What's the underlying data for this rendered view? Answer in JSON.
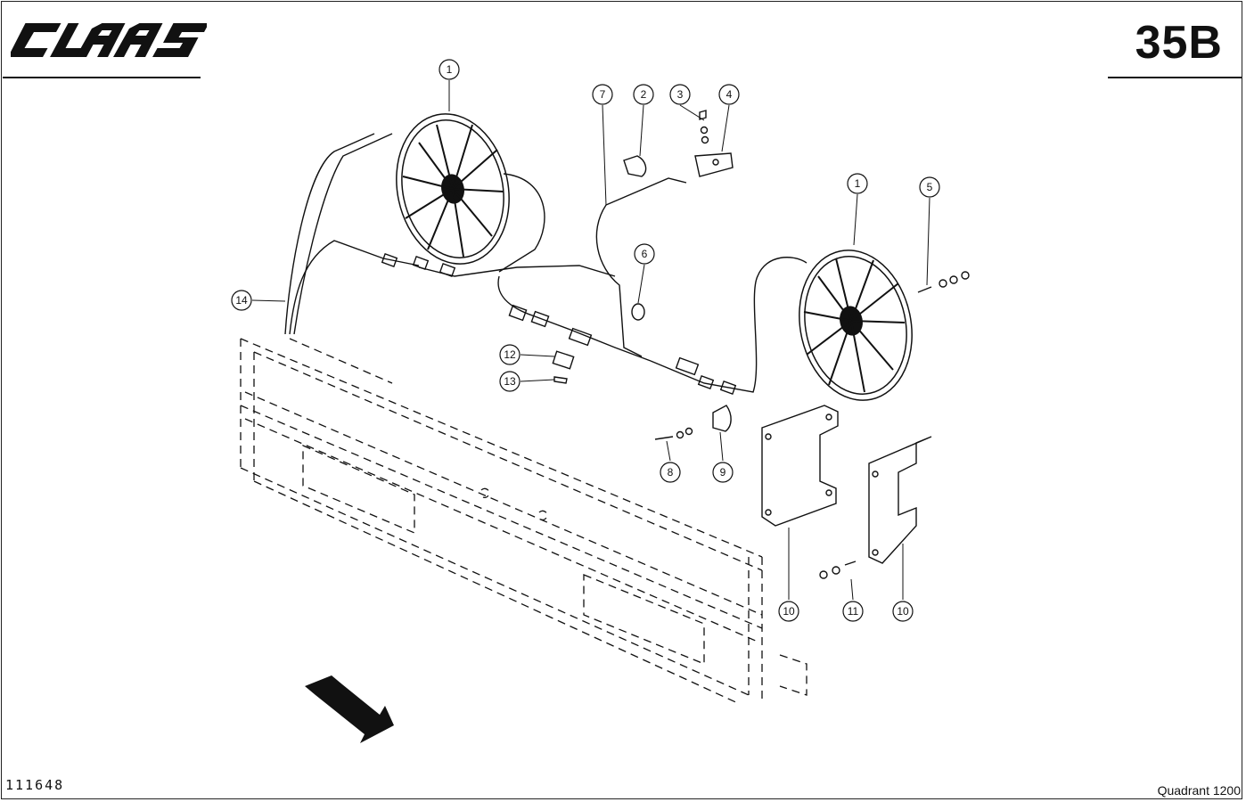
{
  "header": {
    "brand": "CLAAS",
    "page_number": "35B"
  },
  "footer": {
    "drawing_number": "111648",
    "model": "Quadrant 1200"
  },
  "callouts": [
    "1",
    "2",
    "3",
    "4",
    "1",
    "5",
    "6",
    "7",
    "8",
    "9",
    "10",
    "10",
    "11",
    "12",
    "13",
    "14"
  ],
  "colors": {
    "ink": "#111111",
    "paper": "#ffffff"
  },
  "icons": {
    "direction_arrow": "arrow-down-left-icon"
  }
}
